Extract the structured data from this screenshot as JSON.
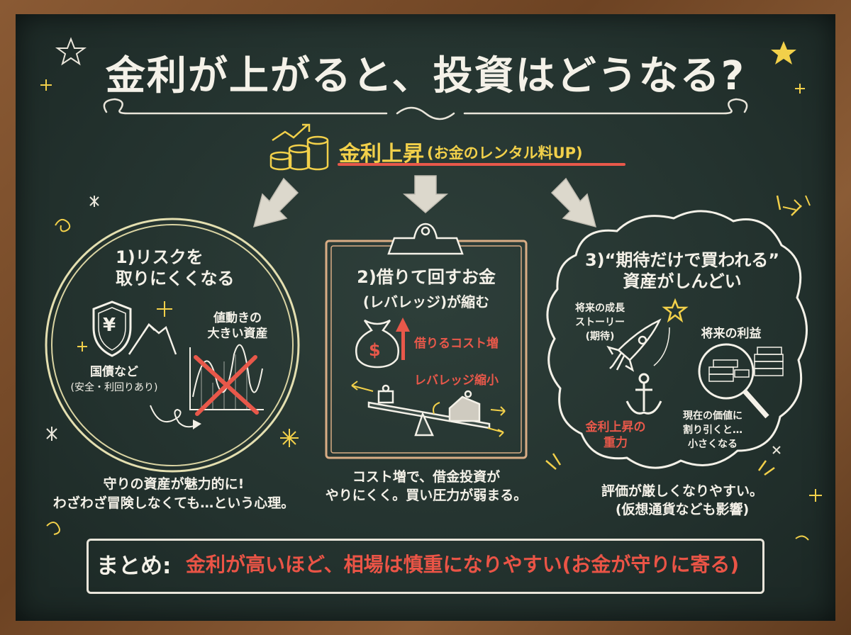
{
  "title": "金利が上がると、投資はどうなる?",
  "headline": {
    "main": "金利上昇",
    "sub": "(お金のレンタル料UP)"
  },
  "panel1": {
    "heading_line1": "1)リスクを",
    "heading_line2": "取りにくくなる",
    "bond_label": "国債など",
    "bond_note": "(安全・利回りあり)",
    "volatile_line1": "値動きの",
    "volatile_line2": "大きい資産",
    "yen_symbol": "¥",
    "caption_line1": "守りの資産が魅力的に!",
    "caption_line2": "わざわざ冒険しなくても…という心理。"
  },
  "panel2": {
    "heading_line1": "2)借りて回すお金",
    "heading_line2": "(レバレッジ)が縮む",
    "cost_label": "借りるコスト増",
    "leverage_label": "レバレッジ縮小",
    "dollar_symbol": "$",
    "caption_line1": "コスト増で、借金投資が",
    "caption_line2": "やりにくく。買い圧力が弱まる。"
  },
  "panel3": {
    "heading_line1": "3)“期待だけで買われる”",
    "heading_line2": "資産がしんどい",
    "story_line1": "将来の成長",
    "story_line2": "ストーリー",
    "story_line3": "(期待)",
    "profit_label": "将来の利益",
    "gravity_line1": "金利上昇の",
    "gravity_line2": "重力",
    "pv_line1": "現在の価値に",
    "pv_line2": "割り引くと…",
    "pv_line3": "小さくなる",
    "caption_line1": "評価が厳しくなりやすい。",
    "caption_line2": "(仮想通貨なども影響)"
  },
  "summary": {
    "lead": "まとめ:",
    "text": "金利が高いほど、相場は慎重になりやすい(お金が守りに寄る)"
  },
  "colors": {
    "board": "#24332f",
    "chalk": "#f4f1e8",
    "accent_yellow": "#f2d04a",
    "accent_red": "#e8584a",
    "frame": "#7a4e2b"
  }
}
